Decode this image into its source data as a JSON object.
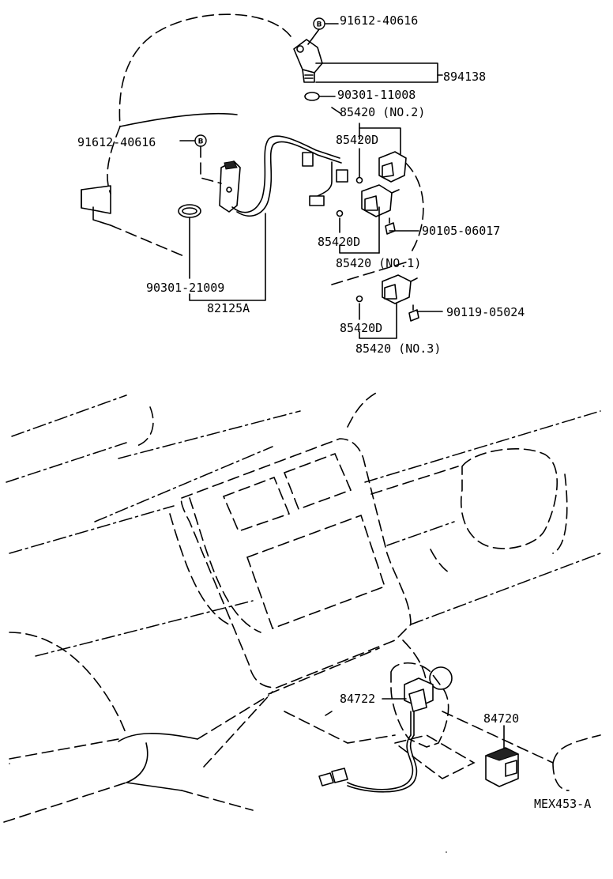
{
  "labels": {
    "p91612_top": "91612-40616",
    "p894138": "894138",
    "p90301_11008": "90301-11008",
    "p85420_no2": "85420 (NO.2)",
    "p85420d_a": "85420D",
    "p91612_left": "91612-40616",
    "p85420d_b": "85420D",
    "p90105": "90105-06017",
    "p85420_no1": "85420 (NO.1)",
    "p90301_21009": "90301-21009",
    "p82125a": "82125A",
    "p90119": "90119-05024",
    "p85420d_c": "85420D",
    "p85420_no3": "85420 (NO.3)",
    "p84722": "84722",
    "p84720": "84720",
    "ref": "MEX453-A"
  },
  "markers": {
    "b1": "B",
    "b2": "B"
  }
}
